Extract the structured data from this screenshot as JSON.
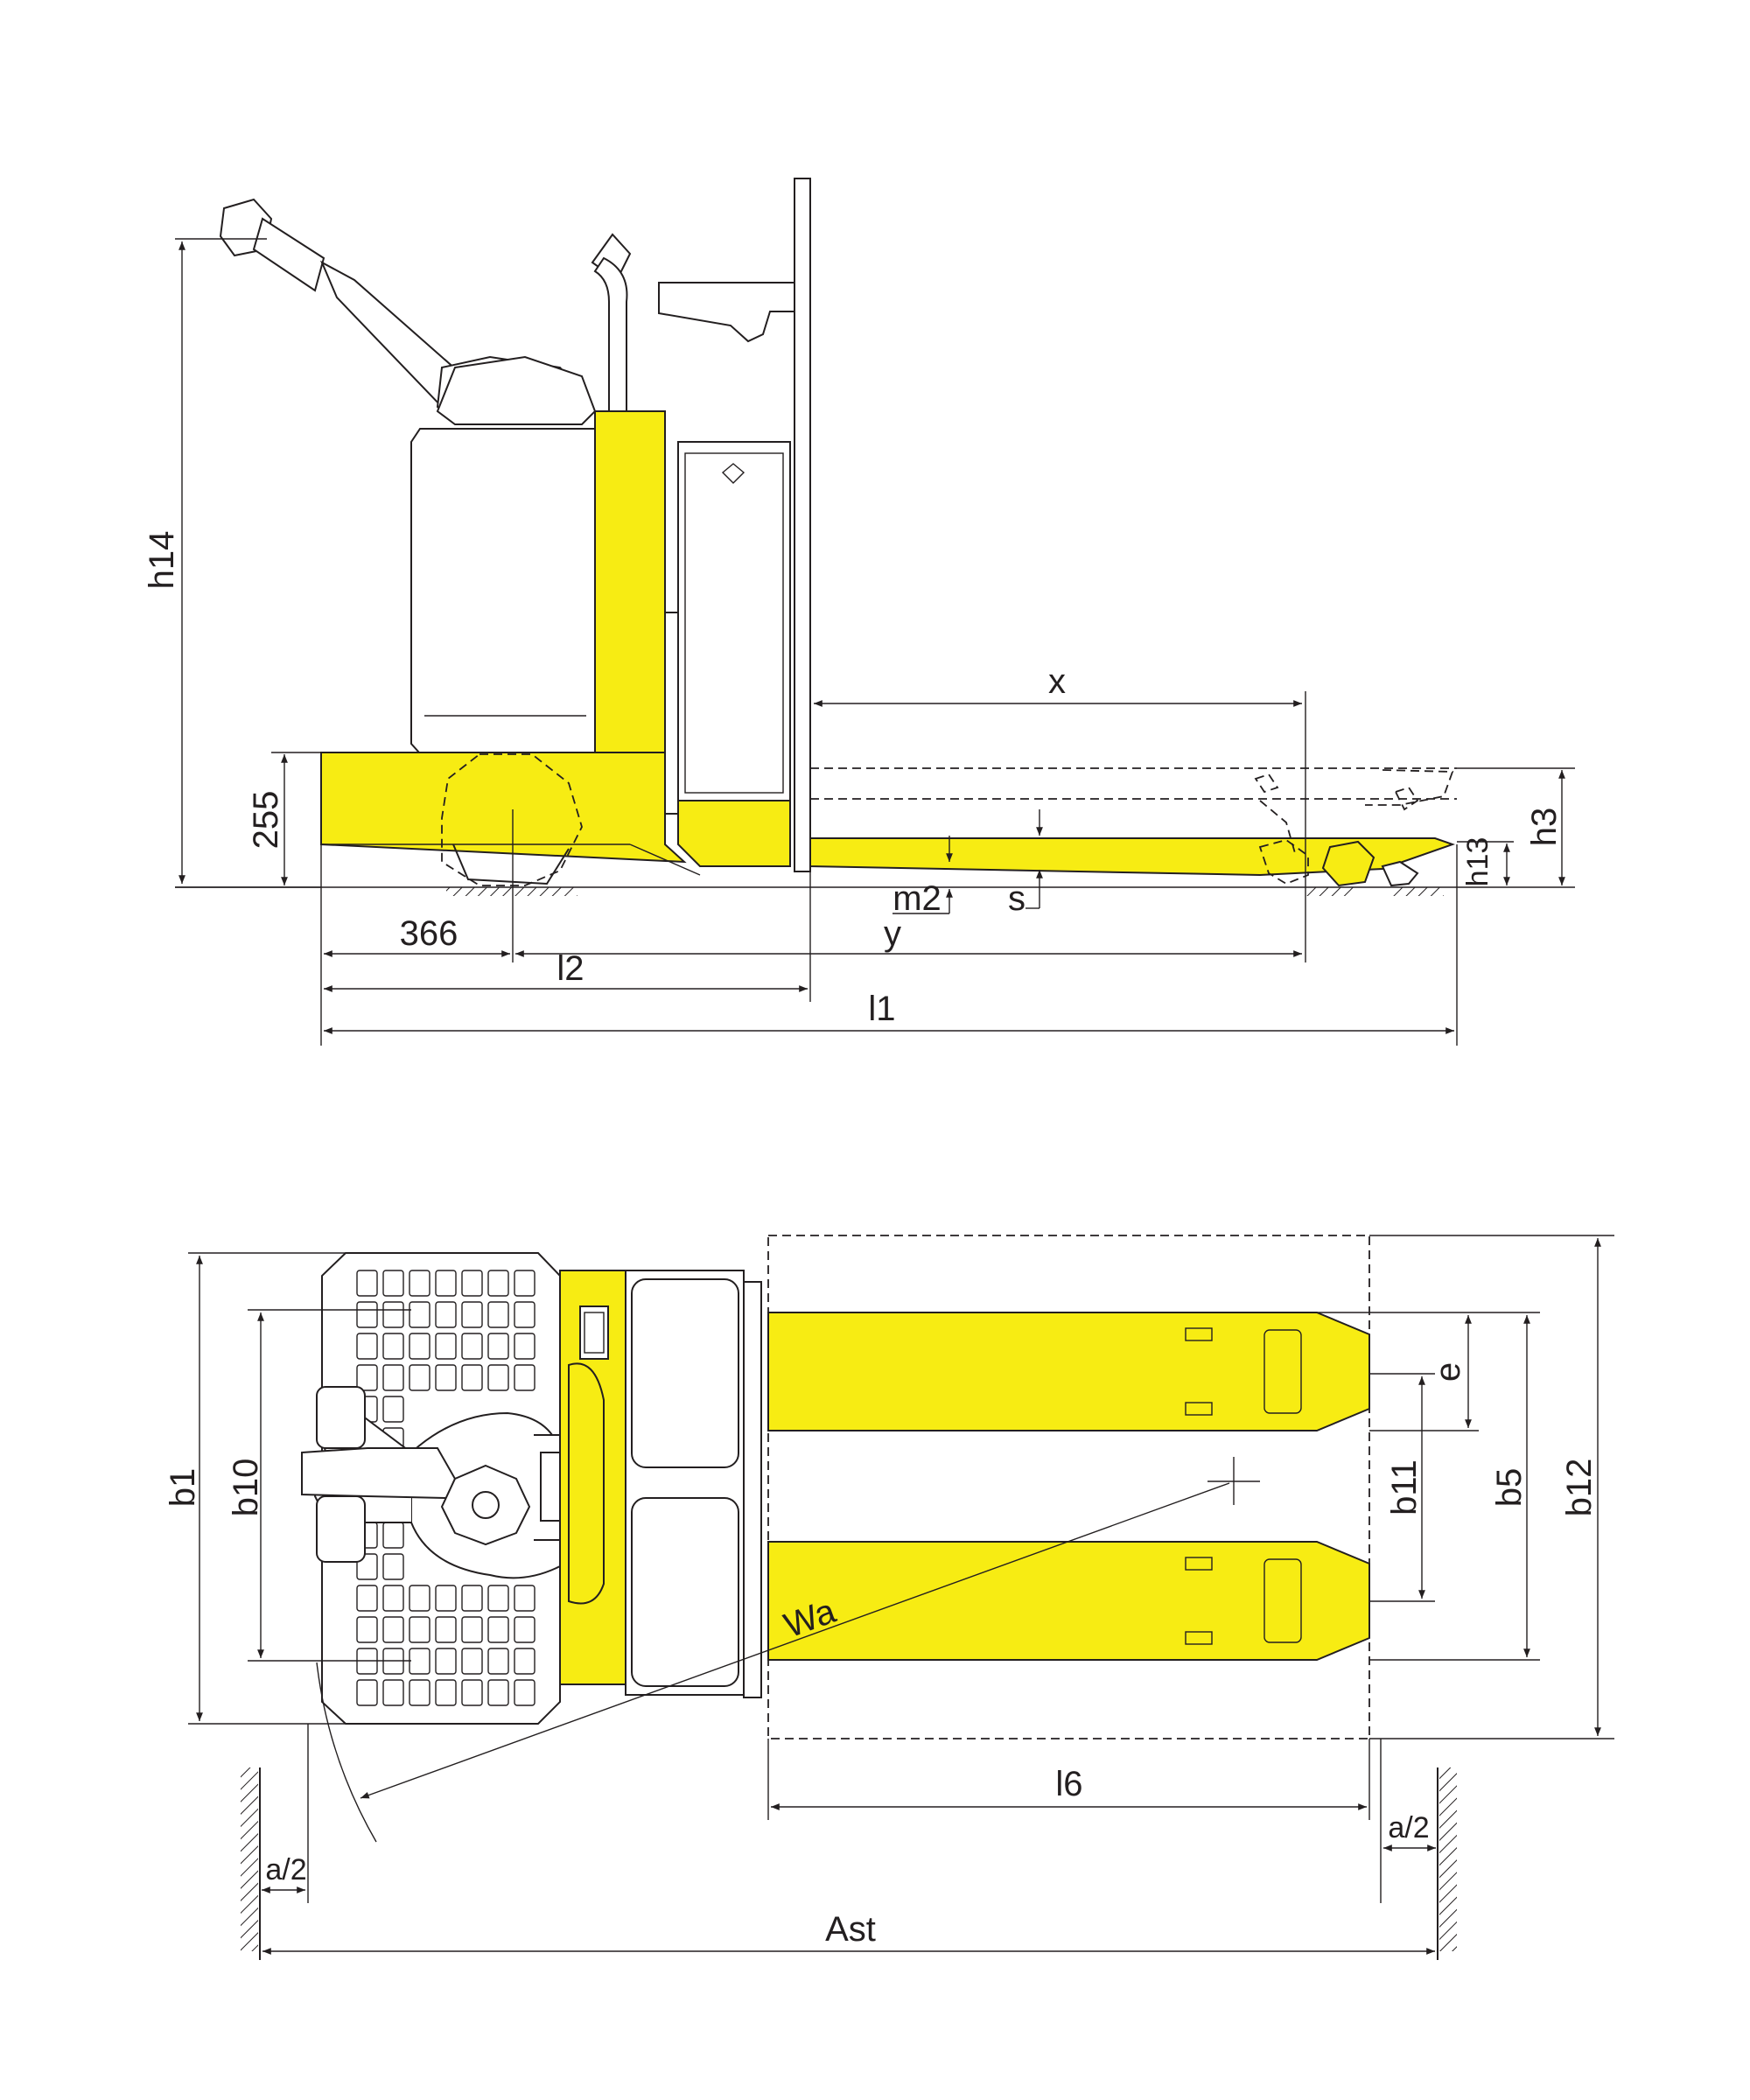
{
  "side_view": {
    "labels": {
      "h14": "h14",
      "d255": "255",
      "x": "x",
      "h3": "h3",
      "h13": "h13",
      "m2": "m2",
      "s": "s",
      "y": "y",
      "d366": "366",
      "l2": "l2",
      "l1": "l1"
    }
  },
  "top_view": {
    "labels": {
      "b1": "b1",
      "b10": "b10",
      "e": "e",
      "b11": "b11",
      "b5": "b5",
      "b12": "b12",
      "Wa": "Wa",
      "l6": "l6",
      "a2_left": "a/2",
      "a2_right": "a/2",
      "Ast": "Ast"
    }
  },
  "colors": {
    "accent_yellow": "#f7ec13",
    "line": "#231f20"
  }
}
